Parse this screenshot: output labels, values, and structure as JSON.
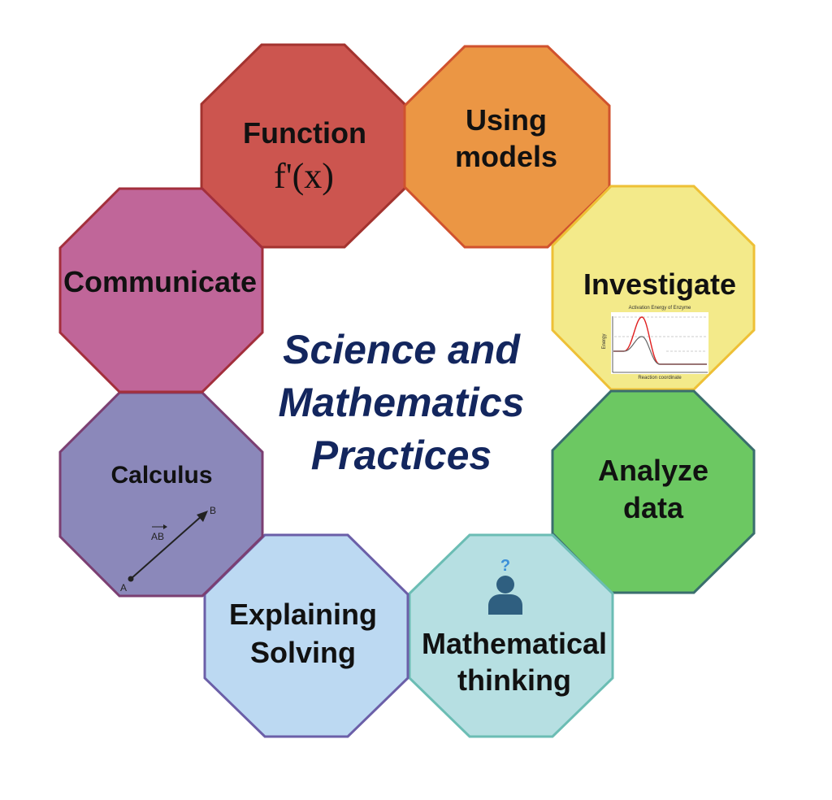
{
  "center_title": [
    "Science and",
    "Mathematics",
    "Practices"
  ],
  "colors": {
    "title": "#13265e",
    "function": "#cc554f",
    "using_models": "#eb9644",
    "investigate": "#f3ea8a",
    "analyze": "#6cc862",
    "mathematical": "#b6dfe2",
    "explaining": "#bcd9f2",
    "calculus": "#8b88ba",
    "communicate": "#c06699"
  },
  "practices": [
    {
      "id": "function",
      "lines": [
        "Function"
      ],
      "formula": "f'(x)"
    },
    {
      "id": "using-models",
      "lines": [
        "Using",
        "models"
      ]
    },
    {
      "id": "investigate",
      "lines": [
        "Investigate"
      ],
      "chart": {
        "title": "Activation Energy of Enzyme",
        "xlabel": "Reaction coordinate",
        "ylabel": "Energy"
      }
    },
    {
      "id": "analyze-data",
      "lines": [
        "Analyze",
        "data"
      ]
    },
    {
      "id": "mathematical-thinking",
      "lines": [
        "Mathematical",
        "thinking"
      ],
      "icon": "person-question-icon",
      "icon_glyph": "?"
    },
    {
      "id": "explaining-solving",
      "lines": [
        "Explaining",
        "Solving"
      ]
    },
    {
      "id": "calculus",
      "lines": [
        "Calculus"
      ],
      "vector": {
        "label": "AB",
        "start": "A",
        "end": "B"
      }
    },
    {
      "id": "communicate",
      "lines": [
        "Communicate"
      ]
    }
  ]
}
